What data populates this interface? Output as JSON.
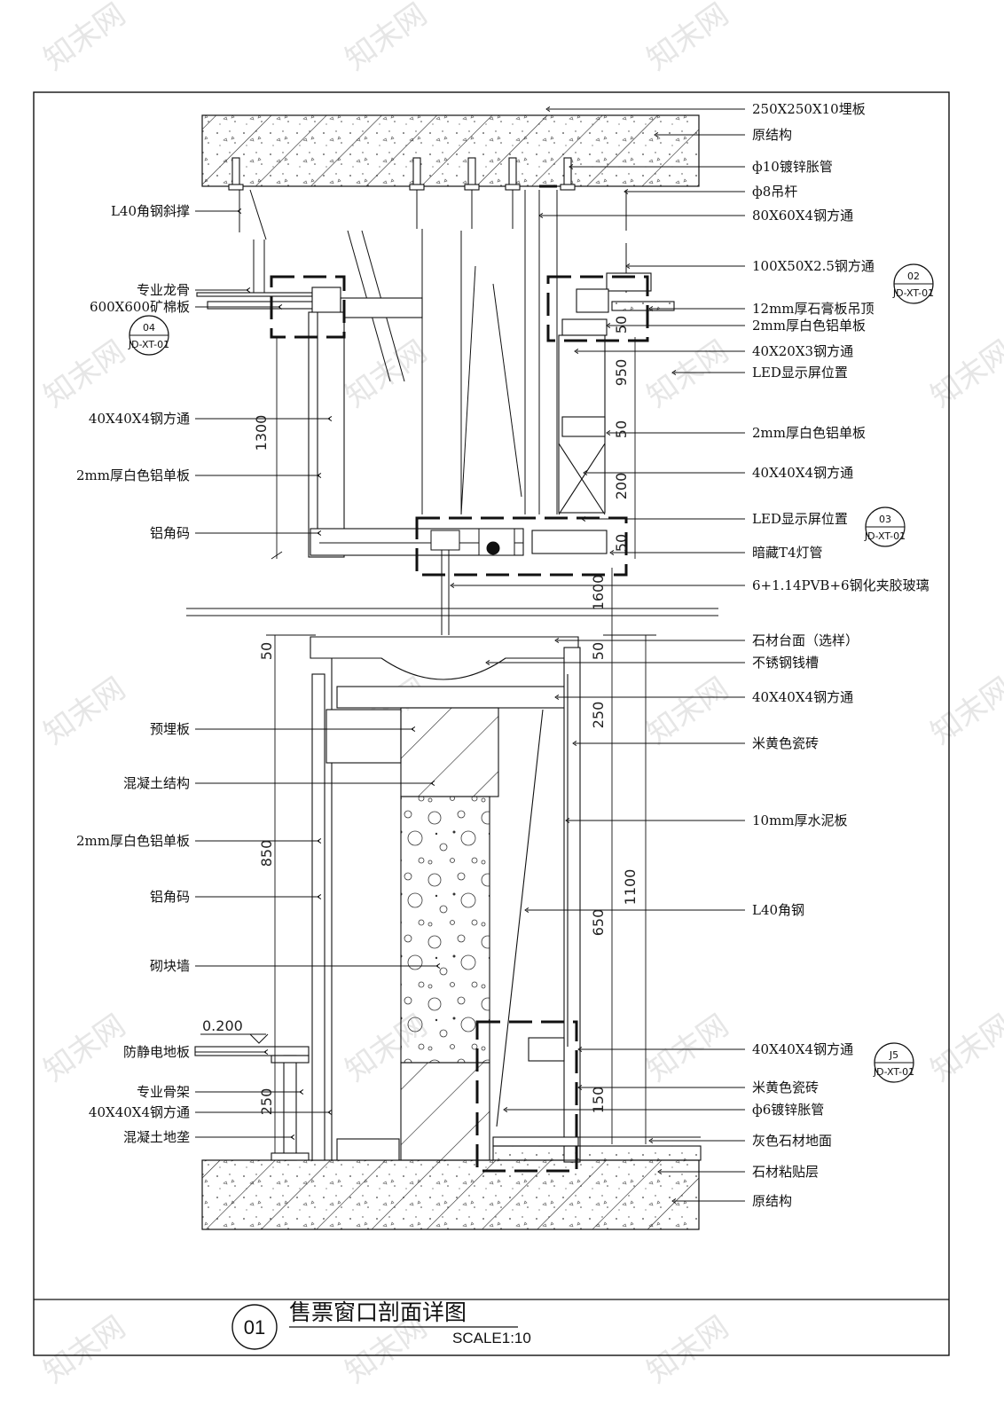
{
  "drawing": {
    "title": "售票窗口剖面详图",
    "scale": "SCALE1:10",
    "number": "01"
  },
  "watermark": "知末网",
  "colors": {
    "line": "#111111",
    "hatch": "#333333",
    "fill_light": "#f2f2f2",
    "watermark": "#e6e6e6"
  },
  "labels_right": [
    "250X250X10埋板",
    "原结构",
    "ф10镀锌胀管",
    "ф8吊杆",
    "80X60X4钢方通",
    "100X50X2.5钢方通",
    "12mm厚石膏板吊顶",
    "2mm厚白色铝单板",
    "40X20X3钢方通",
    "LED显示屏位置",
    "2mm厚白色铝单板",
    "40X40X4钢方通",
    "LED显示屏位置",
    "暗藏T4灯管",
    "6+1.14PVB+6钢化夹胶玻璃",
    "石材台面（选样）",
    "不锈钢钱槽",
    "40X40X4钢方通",
    "米黄色瓷砖",
    "10mm厚水泥板",
    "L40角钢",
    "40X40X4钢方通",
    "米黄色瓷砖",
    "ф6镀锌胀管",
    "灰色石材地面",
    "石材粘贴层",
    "原结构"
  ],
  "labels_left": [
    "L40角钢斜撑",
    "专业龙骨",
    "600X600矿棉板",
    "40X40X4钢方通",
    "2mm厚白色铝单板",
    "铝角码",
    "预埋板",
    "混凝土结构",
    "2mm厚白色铝单板",
    "铝角码",
    "砌块墙",
    "防静电地板",
    "专业骨架",
    "40X40X4钢方通",
    "混凝土地垄"
  ],
  "dimensions": [
    "1300",
    "950",
    "50",
    "200",
    "50",
    "1600",
    "50",
    "250",
    "850",
    "650",
    "1100",
    "250",
    "150",
    "50",
    "50"
  ],
  "level_mark": "0.200",
  "detail_tags": [
    {
      "num": "02",
      "ref": "JD-XT-01"
    },
    {
      "num": "04",
      "ref": "JD-XT-01"
    },
    {
      "num": "03",
      "ref": "JD-XT-01"
    },
    {
      "num": "J5",
      "ref": "JD-XT-01"
    }
  ]
}
